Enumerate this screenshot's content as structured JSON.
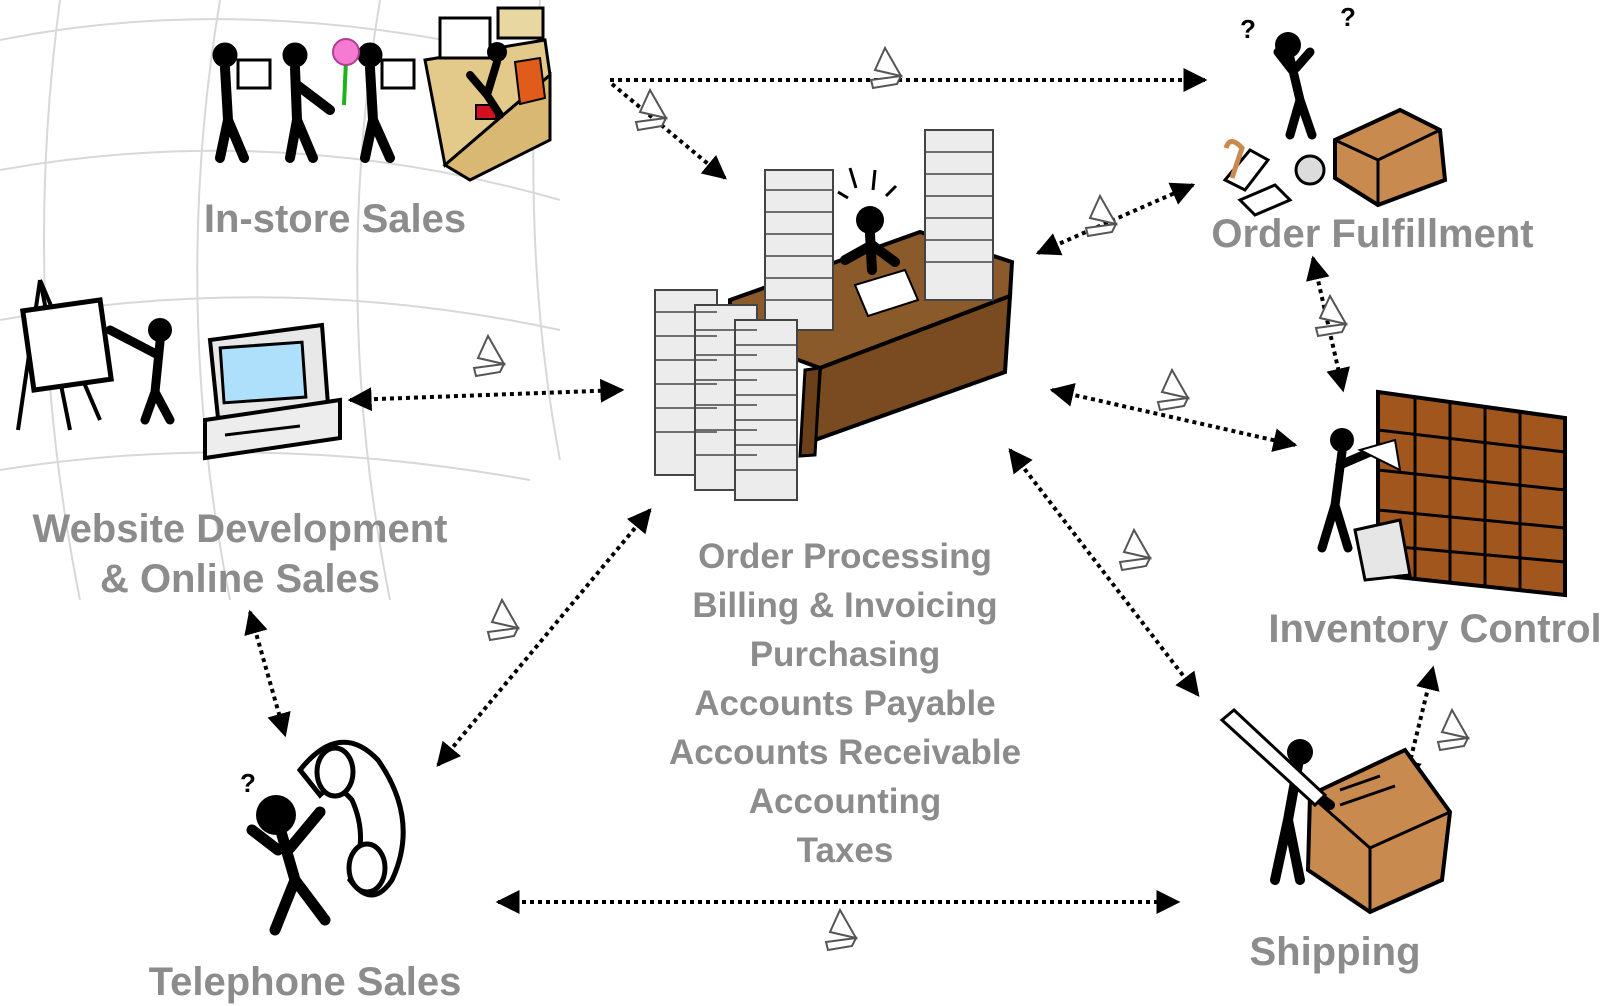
{
  "nodes": {
    "instore": "In-store Sales",
    "website_line1": "Website Development",
    "website_line2": "& Online Sales",
    "telephone": "Telephone Sales",
    "fulfillment": "Order Fulfillment",
    "inventory": "Inventory Control",
    "shipping": "Shipping"
  },
  "center_functions": [
    "Order Processing",
    "Billing & Invoicing",
    "Purchasing",
    "Accounts Payable",
    "Accounts Receivable",
    "Accounting",
    "Taxes"
  ],
  "colors": {
    "label": "#8c8c8c",
    "arrow": "#000000",
    "desk": "#8b5a2b",
    "box": "#c98a4f",
    "shelf": "#a0561c",
    "paper": "#ececec"
  }
}
